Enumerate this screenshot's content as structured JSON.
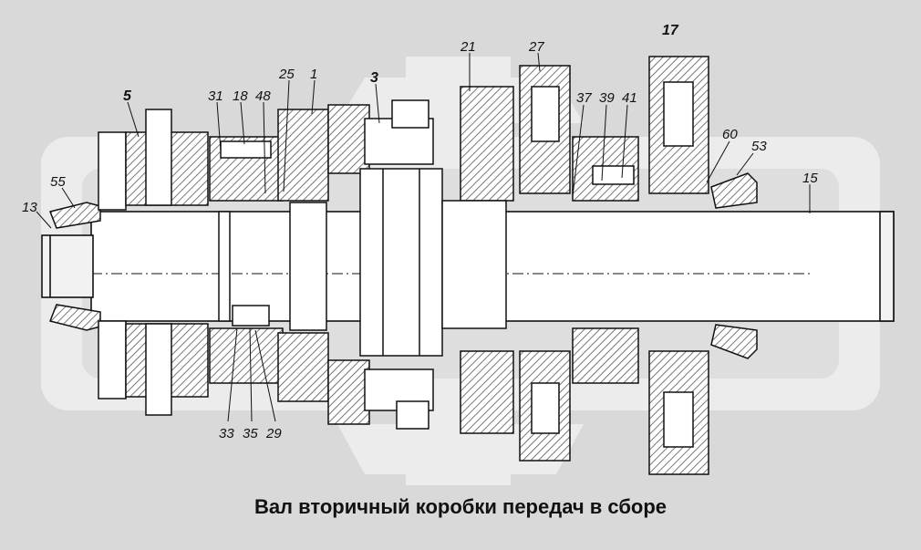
{
  "caption": "Вал вторичный коробки передач в сборе",
  "colors": {
    "background": "#d9d9d9",
    "watermark": "#ececec",
    "part_fill": "#ffffff",
    "hatch": "#555555",
    "line": "#111111"
  },
  "callouts": {
    "c13": "13",
    "c55": "55",
    "c5": "5",
    "c31": "31",
    "c18": "18",
    "c48": "48",
    "c25": "25",
    "c1": "1",
    "c3": "3",
    "c21": "21",
    "c27": "27",
    "c37": "37",
    "c39": "39",
    "c41": "41",
    "c17": "17",
    "c60": "60",
    "c53": "53",
    "c15": "15",
    "c33": "33",
    "c35": "35",
    "c29": "29"
  }
}
